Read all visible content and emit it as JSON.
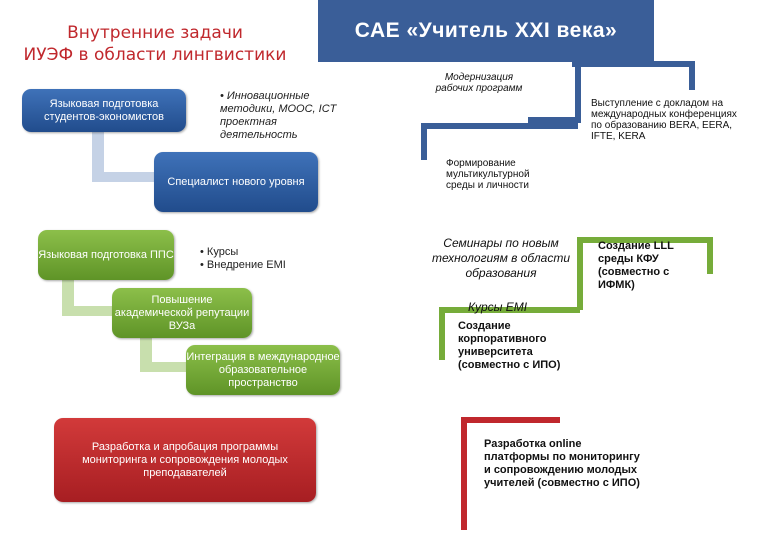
{
  "title_left": {
    "line1": "Внутренние задачи",
    "line2": "ИУЭФ в области лингвистики"
  },
  "banner": "САЕ «Учитель XXI века»",
  "left": {
    "box1": "Языковая подготовка студентов-экономистов",
    "notes1": [
      "Инновационные методики, МООС, ICT проектная деятельность"
    ],
    "box2": "Специалист нового уровня",
    "box3": "Языковая подготовка ППС",
    "notes2": [
      "Курсы",
      "Внедрение EMI"
    ],
    "box4": "Повышение академической репутации ВУЗа",
    "box5": "Интеграция в международное образовательное пространство",
    "box6": "Разработка и апробация программы мониторинга и сопровождения молодых преподавателей"
  },
  "right": {
    "t1": "Модернизация рабочих программ",
    "t2": "Выступление с докладом на международных конференциях по образованию BERA, EERA, IFTE, KERA",
    "t3": "Формирование мультикультурной среды и личности",
    "t4": "Семинары по новым технологиям в области образования",
    "t5": "Создание LLL среды КФУ (совместно с ИФМК)",
    "t6": "Курсы EMI",
    "t7": "Создание корпоративного университета (совместно с ИПО)",
    "t8": "Разработка online платформы по мониторингу и сопровождению молодых учителей (совместно с ИПО)"
  },
  "colors": {
    "blue": "#3a5e98",
    "green": "#76ac3a",
    "red": "#c0282d",
    "lightblue": "#c5d2e6"
  }
}
